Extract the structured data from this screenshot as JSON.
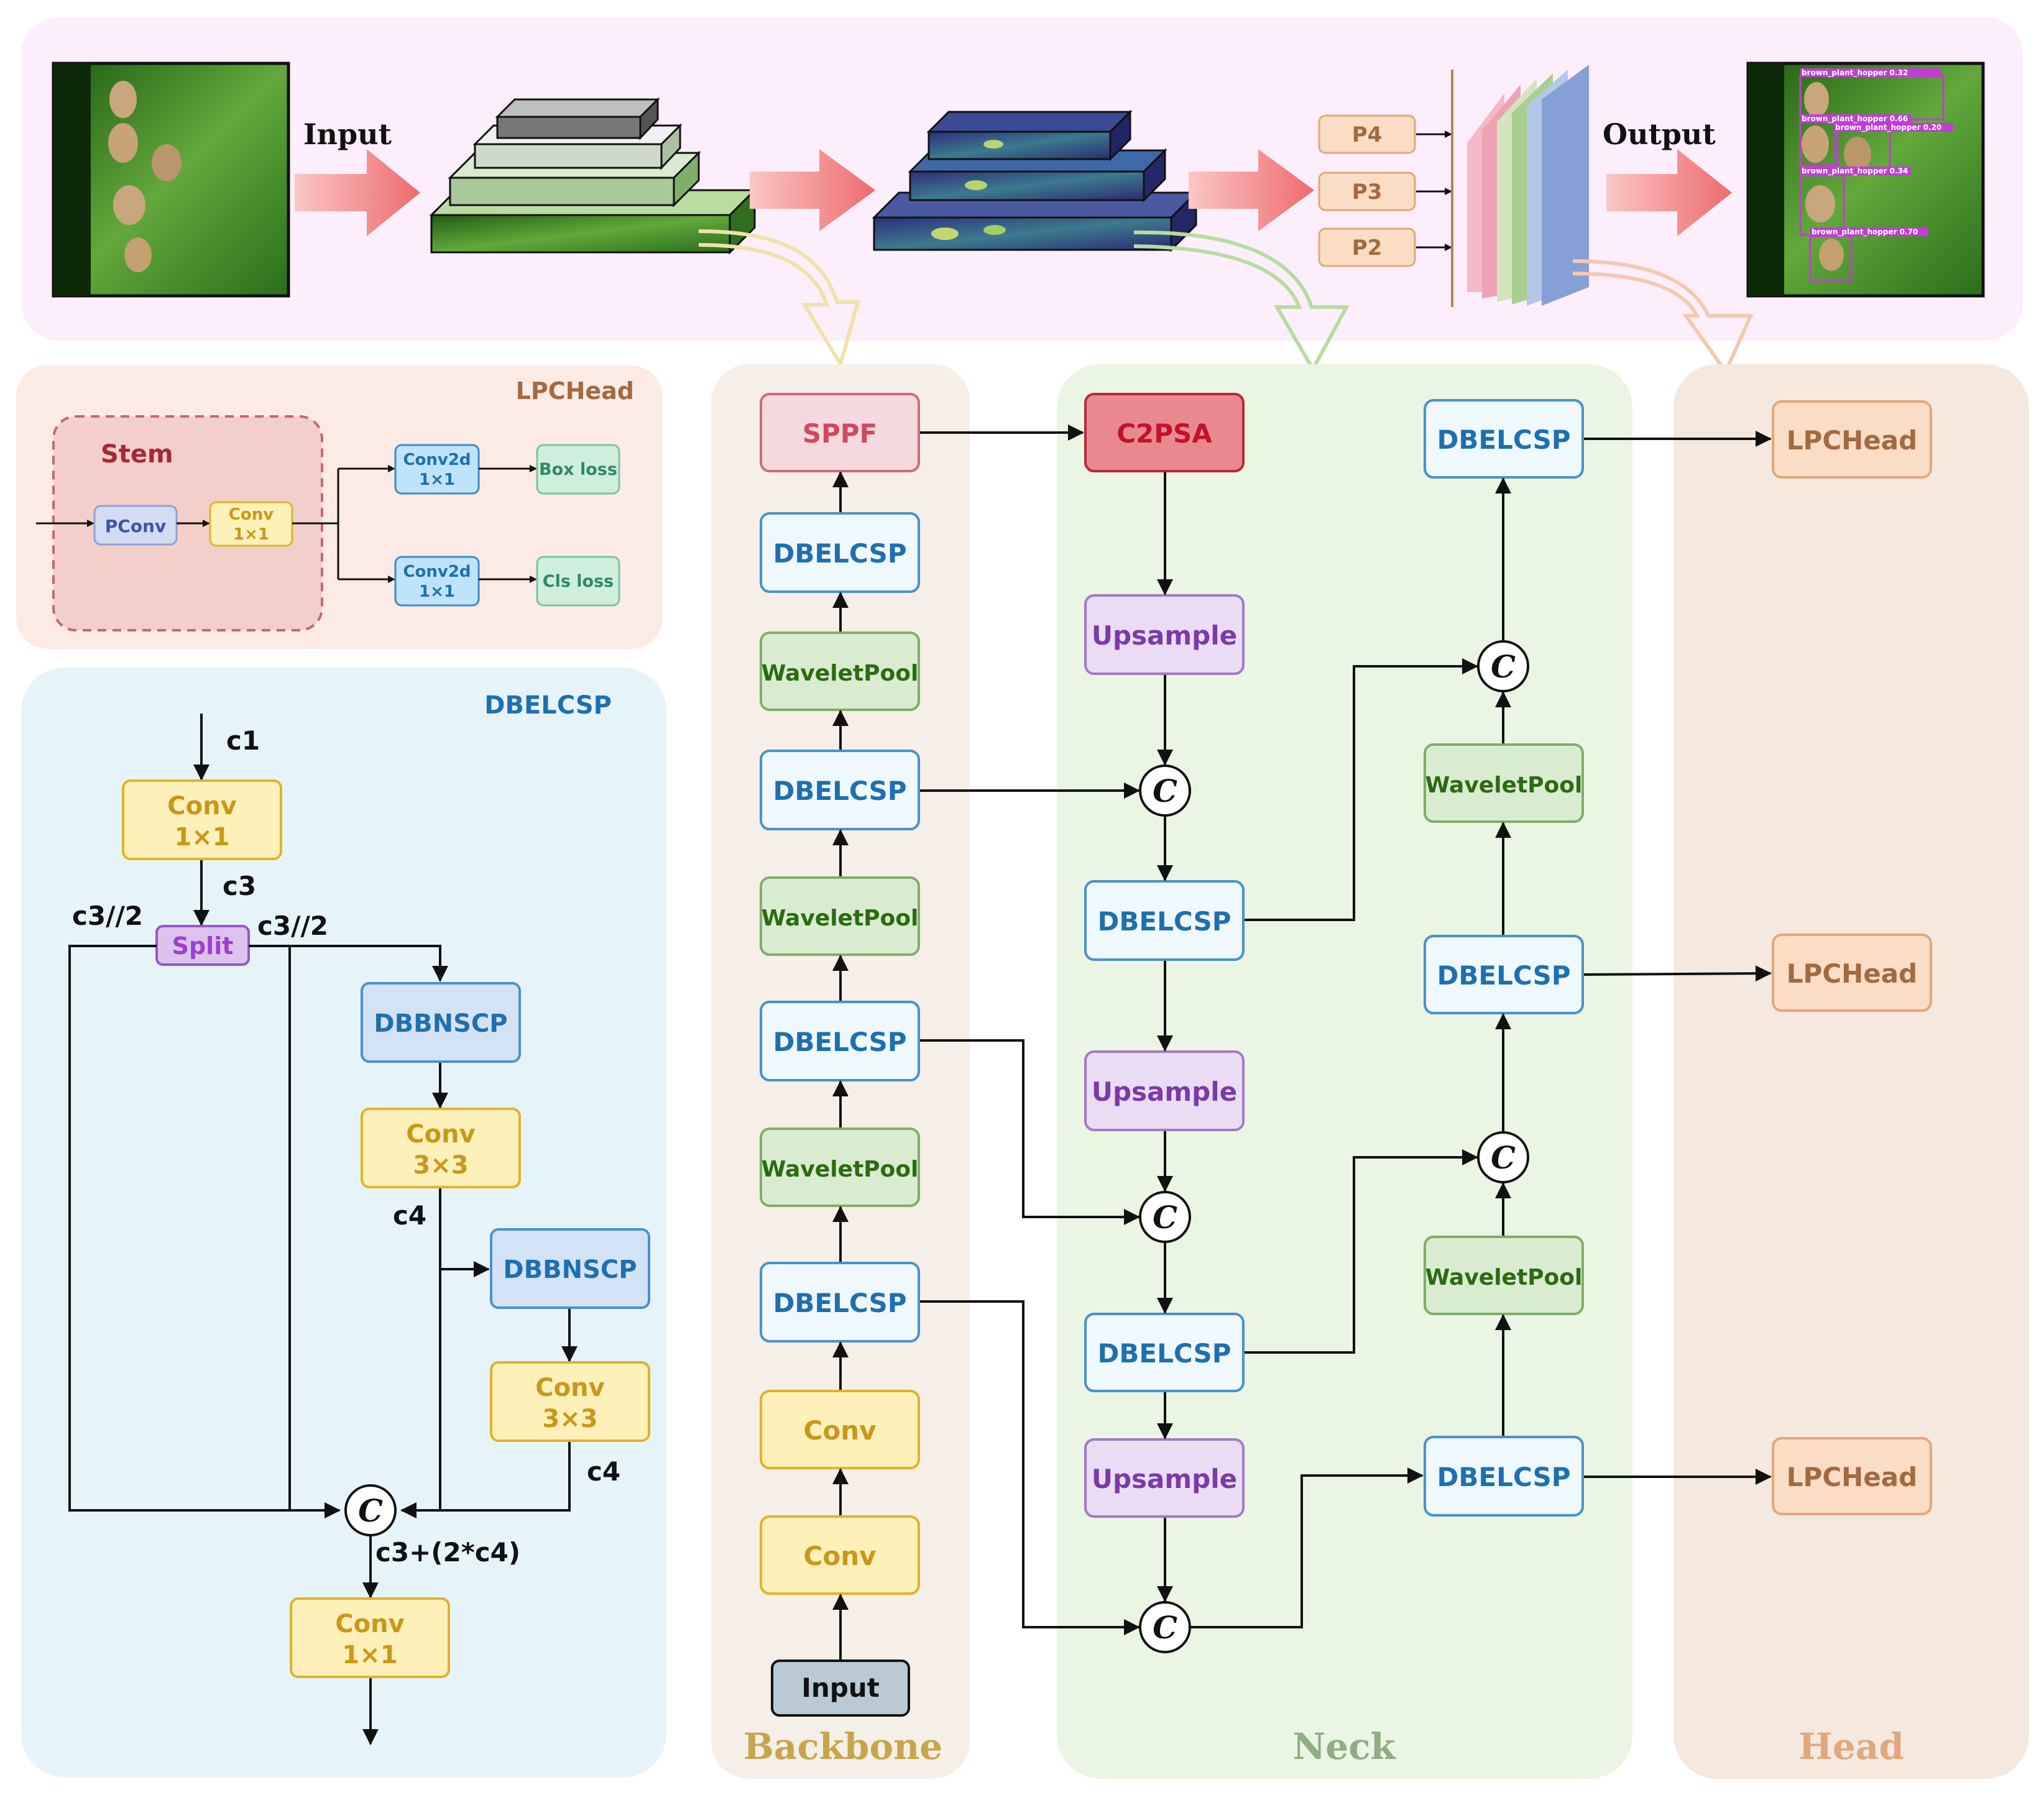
{
  "pipeline": {
    "input_label": "Input",
    "output_label": "Output",
    "pyramid_levels": [
      "P4",
      "P3",
      "P2"
    ],
    "detections": [
      "brown_plant_hopper 0.32",
      "brown_plant_hopper 0.66",
      "brown_plant_hopper 0.20",
      "brown_plant_hopper 0.34",
      "brown_plant_hopper 0.70"
    ]
  },
  "lpchead_panel": {
    "title": "LPCHead",
    "stem_title": "Stem",
    "pconv": "PConv",
    "conv1": "Conv",
    "conv1_k": "1×1",
    "conv2d_top": "Conv2d",
    "conv2d_top_k": "1×1",
    "conv2d_bottom": "Conv2d",
    "conv2d_bottom_k": "1×1",
    "box_loss": "Box loss",
    "cls_loss": "Cls loss"
  },
  "dbelcsp_panel": {
    "title": "DBELCSP",
    "c1": "c1",
    "conv_top": "Conv",
    "conv_top_k": "1×1",
    "c3": "c3",
    "split": "Split",
    "c3_half_left": "c3//2",
    "c3_half_right": "c3//2",
    "dbbnscp_a": "DBBNSCP",
    "conv3_a": "Conv",
    "conv3_a_k": "3×3",
    "c4_a": "c4",
    "dbbnscp_b": "DBBNSCP",
    "conv3_b": "Conv",
    "conv3_b_k": "3×3",
    "c4_b": "c4",
    "concat": "C",
    "out_channels": "c3+(2*c4)",
    "conv_bottom": "Conv",
    "conv_bottom_k": "1×1"
  },
  "backbone": {
    "title": "Backbone",
    "sppf": "SPPF",
    "dbelcsp_4": "DBELCSP",
    "waveletpool_3": "WaveletPool",
    "dbelcsp_3": "DBELCSP",
    "waveletpool_2": "WaveletPool",
    "dbelcsp_2": "DBELCSP",
    "waveletpool_1": "WaveletPool",
    "dbelcsp_1": "DBELCSP",
    "conv_2": "Conv",
    "conv_1": "Conv",
    "input": "Input"
  },
  "neck": {
    "title": "Neck",
    "c2psa": "C2PSA",
    "upsample_1": "Upsample",
    "concat_1": "C",
    "dbelcsp_1": "DBELCSP",
    "upsample_2": "Upsample",
    "concat_2": "C",
    "dbelcsp_2": "DBELCSP",
    "upsample_3": "Upsample",
    "concat_3": "C",
    "dbelcsp_out_small": "DBELCSP",
    "waveletpool_a": "WaveletPool",
    "concat_4": "C",
    "dbelcsp_out_mid": "DBELCSP",
    "waveletpool_b": "WaveletPool",
    "concat_5": "C",
    "dbelcsp_out_large": "DBELCSP"
  },
  "head": {
    "title": "Head",
    "lpchead_top": "LPCHead",
    "lpchead_mid": "LPCHead",
    "lpchead_bottom": "LPCHead"
  },
  "colors": {
    "top_panel_bg": "#fdeefc",
    "lpchead_panel_bg": "#fcebe4",
    "dbelcsp_panel_bg": "#e6f4fa",
    "backbone_bg": "#f5efe8",
    "neck_bg": "#eaf5e3",
    "head_bg": "#f5e8df",
    "blue_text": "#1f6fb0",
    "green_text": "#2b6b12",
    "purple_text": "#7b3aa8",
    "yellow_text": "#c9971a",
    "red_text": "#b3263a",
    "backbone_title": "#c8a54a",
    "neck_title": "#8fae82",
    "head_title": "#e0a87c"
  }
}
